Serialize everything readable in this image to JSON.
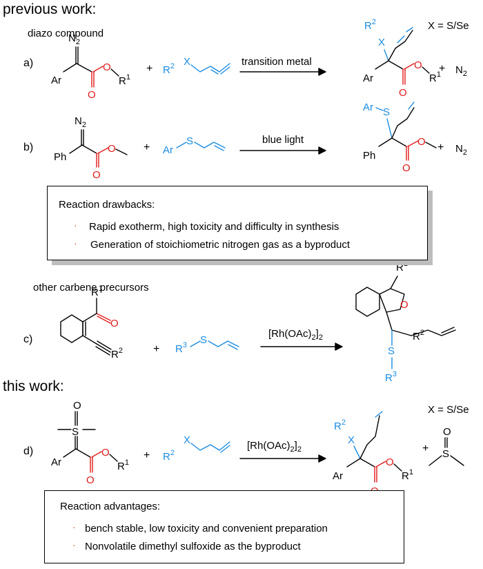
{
  "sections": {
    "previous": "previous work:",
    "diazo": "diazo compound",
    "other": "other carbene precursors",
    "this_work": "this work:"
  },
  "reactions": {
    "a": {
      "label": "a)",
      "condition": "transition metal",
      "x_def": "X = S/Se"
    },
    "b": {
      "label": "b)",
      "condition": "blue light"
    },
    "c": {
      "label": "c)",
      "condition": "[Rh(OAc)2]2"
    },
    "d": {
      "label": "d)",
      "condition": "[Rh(OAc)2]2",
      "x_def": "X = S/Se"
    }
  },
  "atoms": {
    "N2": "N2",
    "Ar": "Ar",
    "Ph": "Ph",
    "O": "O",
    "S": "S",
    "X": "X",
    "R1": "R1",
    "R2": "R2",
    "R3": "R3",
    "plus": "+"
  },
  "drawbacks": {
    "title": "Reaction drawbacks:",
    "items": [
      "Rapid exotherm, high toxicity and difficulty in synthesis",
      "Generation of stoichiometric nitrogen gas as a byproduct"
    ],
    "bullet": "·"
  },
  "advantages": {
    "title": "Reaction advantages:",
    "items": [
      "bench stable, low toxicity and convenient preparation",
      "Nonvolatile dimethyl sulfoxide as the byproduct"
    ],
    "bullet": "·"
  },
  "colors": {
    "blue": "#1a8ce0",
    "red": "#e01b1b",
    "black": "#000000",
    "bullet": "#e0452a",
    "shadow": "#bdbdbd"
  }
}
